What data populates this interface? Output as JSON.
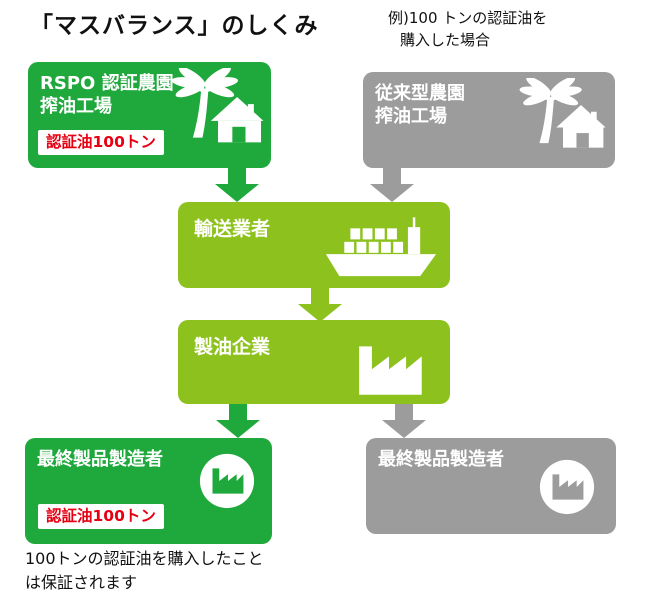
{
  "title": "「マスバランス」のしくみ",
  "note": {
    "line1": "例)100 トンの認証油を",
    "line2": "購入した場合"
  },
  "nodes": {
    "certified_mill": {
      "line1": "RSPO 認証農園",
      "line2": "搾油工場",
      "badge": "認証油100トン"
    },
    "conventional_mill": {
      "line1": "従来型農園",
      "line2": "搾油工場"
    },
    "transporter": {
      "label": "輸送業者"
    },
    "refiner": {
      "label": "製油企業"
    },
    "final_maker_certified": {
      "label": "最終製品製造者",
      "badge": "認証油100トン"
    },
    "final_maker_conventional": {
      "label": "最終製品製造者"
    }
  },
  "footer": {
    "line1": "100トンの認証油を購入したこと",
    "line2": "は保証されます"
  },
  "colors": {
    "certified_green": "#1fa83c",
    "supply_chain_green": "#8dc21e",
    "conventional_gray": "#9c9c9d",
    "badge_red": "#e60012"
  },
  "icons": {
    "mill": "palm-tree-house-icon",
    "transport": "cargo-ship-icon",
    "refinery": "factory-icon",
    "manufacturer": "factory-circle-icon",
    "flow": "block-down-arrow-icon"
  }
}
